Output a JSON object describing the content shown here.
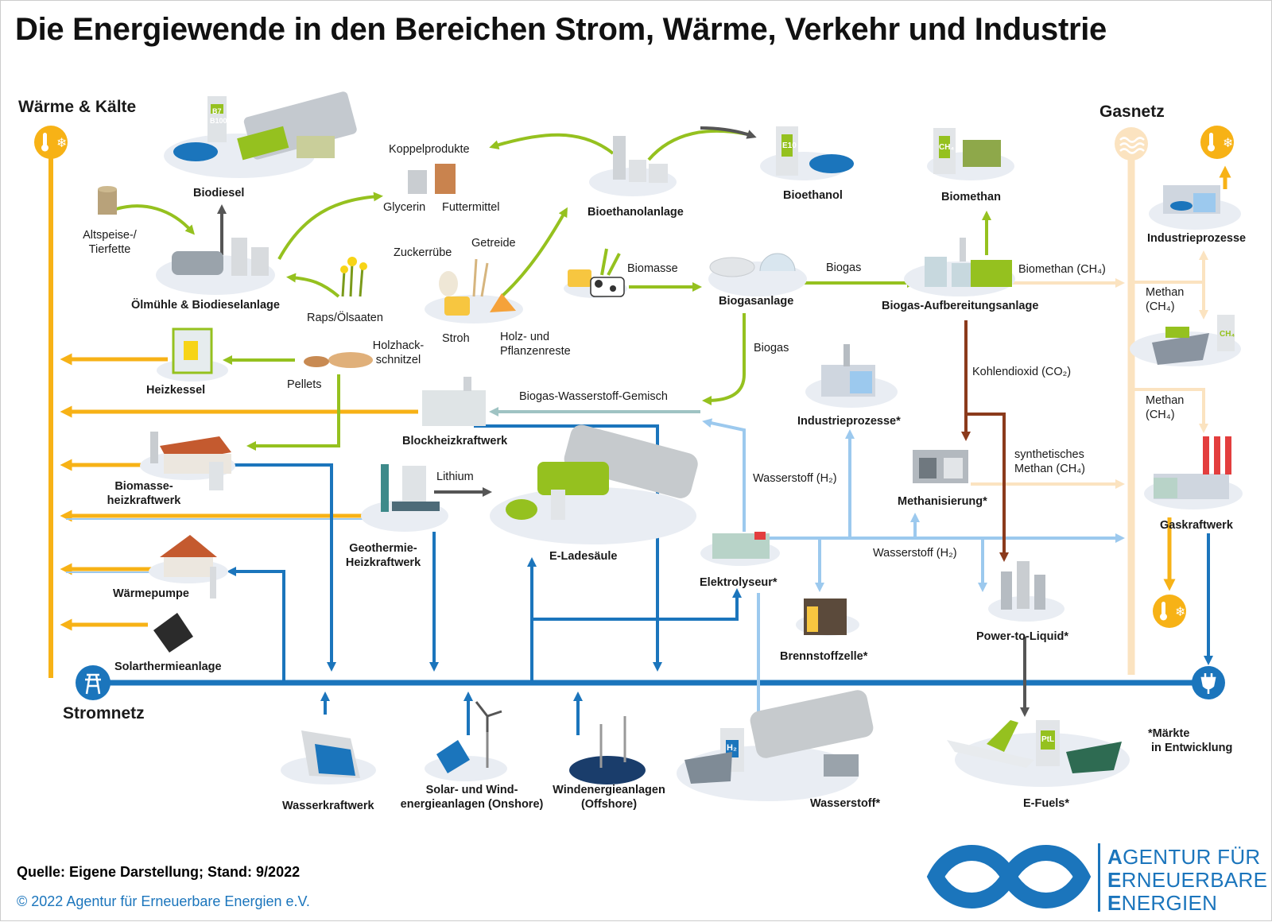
{
  "title": "Die Energiewende in den Bereichen Strom, Wärme, Verkehr und Industrie",
  "sections": {
    "heat": "Wärme & Kälte",
    "gas": "Gasnetz",
    "power": "Stromnetz"
  },
  "nodes": {
    "biodiesel": "Biodiesel",
    "koppelprodukte": "Koppelprodukte",
    "glycerin": "Glycerin",
    "futtermittel": "Futtermittel",
    "bioethanolanlage": "Bioethanolanlage",
    "bioethanol": "Bioethanol",
    "biomethan": "Biomethan",
    "industrieprozesse_gas": "Industrieprozesse",
    "altspeise_1": "Altspeise-/",
    "altspeise_2": "Tierfette",
    "oelmuehle": "Ölmühle & Biodieselanlage",
    "raps": "Raps/Ölsaaten",
    "zuckerruebe": "Zuckerrübe",
    "getreide": "Getreide",
    "stroh": "Stroh",
    "holzreste_1": "Holz- und",
    "holzreste_2": "Pflanzenreste",
    "biomasse": "Biomasse",
    "biogasanlage": "Biogasanlage",
    "biogas_1": "Biogas",
    "aufbereitung": "Biogas-Aufbereitungsanlage",
    "biomethan_ch4": "Biomethan (CH₄)",
    "methan_1a": "Methan",
    "methan_1b": "(CH₄)",
    "methan_2a": "Methan",
    "methan_2b": "(CH₄)",
    "heizkessel": "Heizkessel",
    "holzhack_1": "Holzhack-",
    "holzhack_2": "schnitzel",
    "pellets": "Pellets",
    "biogas_2": "Biogas",
    "kohlendioxid": "Kohlendioxid (CO₂)",
    "bhkw": "Blockheizkraftwerk",
    "gemisch": "Biogas-Wasserstoff-Gemisch",
    "industrieprozesse_h2": "Industrieprozesse*",
    "biomasse_hkw_1": "Biomasse-",
    "biomasse_hkw_2": "heizkraftwerk",
    "lithium": "Lithium",
    "wasserstoff_1": "Wasserstoff (H₂)",
    "synth_1": "synthetisches",
    "synth_2": "Methan (CH₄)",
    "methanisierung": "Methanisierung*",
    "gaskraftwerk": "Gaskraftwerk",
    "geothermie_1": "Geothermie-",
    "geothermie_2": "Heizkraftwerk",
    "e_ladesaeule": "E-Ladesäule",
    "elektrolyseur": "Elektrolyseur*",
    "wasserstoff_2": "Wasserstoff (H₂)",
    "waermepumpe": "Wärmepumpe",
    "brennstoffzelle": "Brennstoffzelle*",
    "power_to_liquid": "Power-to-Liquid*",
    "solarthermie": "Solarthermieanlage",
    "wasserkraftwerk": "Wasserkraftwerk",
    "solar_wind_1": "Solar- und Wind-",
    "solar_wind_2": "energieanlagen (Onshore)",
    "offshore_1": "Windenergieanlagen",
    "offshore_2": "(Offshore)",
    "wasserstoff_sink": "Wasserstoff*",
    "efuels": "E-Fuels*",
    "maerkte_1": "*Märkte",
    "maerkte_2": "in Entwicklung"
  },
  "pump_labels": {
    "b7": "B7",
    "b100": "B100",
    "e10": "E10",
    "ch4_pump": "CH₄",
    "ch4_ship": "CH₄",
    "h2_pump": "H₂",
    "ptl_pump": "PtL"
  },
  "footer": {
    "source": "Quelle: Eigene Darstellung; Stand: 9/2022",
    "copyright": "© 2022 Agentur für Erneuerbare Energien e.V."
  },
  "logo": {
    "line1_initial": "A",
    "line1_rest": "GENTUR FÜR",
    "line2_initial": "E",
    "line2_rest": "RNEUERBARE",
    "line3_initial": "E",
    "line3_rest": "NERGIEN"
  },
  "colors": {
    "heat": "#f7b216",
    "power": "#1b75bc",
    "hydrogen": "#9cc9ee",
    "biomass": "#95c11f",
    "gas": "#fbe3c0",
    "co2": "#8b3a1c",
    "dark": "#555555",
    "mix": "#9fc3c3"
  }
}
